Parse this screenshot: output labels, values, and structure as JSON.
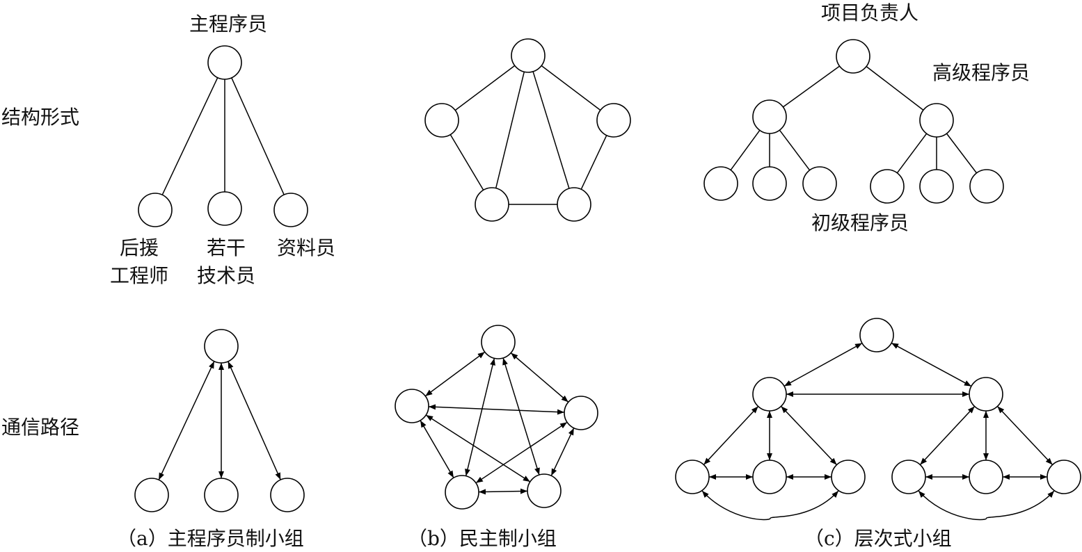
{
  "row_labels": {
    "structure": "结构形式",
    "communication": "通信路径"
  },
  "team_a": {
    "head": "主程序员",
    "backup_line1": "后援",
    "backup_line2": "工程师",
    "tech_line1": "若干",
    "tech_line2": "技术员",
    "librarian": "资料员",
    "caption": "（a）主程序员制小组"
  },
  "team_b": {
    "caption": "（b）民主制小组"
  },
  "team_c": {
    "leader": "项目负责人",
    "senior": "高级程序员",
    "junior": "初级程序员",
    "caption": "（c）层次式小组"
  }
}
